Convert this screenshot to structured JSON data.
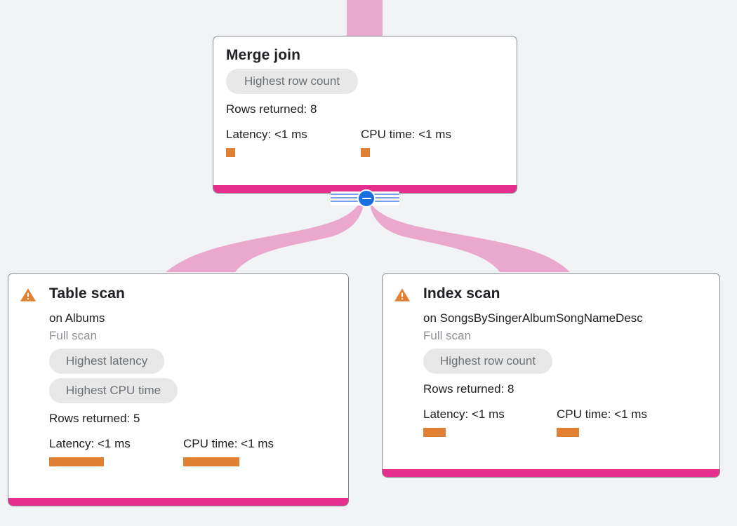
{
  "canvas": {
    "background_color": "#f1f3f4",
    "edge_color": "#eaa8cd",
    "node_accent_color": "#e52e8d",
    "metric_bar_color": "#e08033",
    "warning_icon_color": "#e08033",
    "collapse_button_color": "#1a6ee0"
  },
  "collapse_control": {
    "name": "collapse-toggle",
    "state": "expanded",
    "glyph": "minus"
  },
  "nodes": [
    {
      "id": "merge-join",
      "title": "Merge join",
      "subtitle": "",
      "scan_type": "",
      "warning": false,
      "chips": [
        "Highest row count"
      ],
      "rows_returned": "Rows returned: 8",
      "metrics": [
        {
          "label": "Latency: <1 ms",
          "name": "latency"
        },
        {
          "label": "CPU time: <1 ms",
          "name": "cpu-time"
        }
      ]
    },
    {
      "id": "table-scan",
      "title": "Table scan",
      "subtitle": "on Albums",
      "scan_type": "Full scan",
      "warning": true,
      "warning_icon": "warning-triangle-icon",
      "chips": [
        "Highest latency",
        "Highest CPU time"
      ],
      "rows_returned": "Rows returned: 5",
      "metrics": [
        {
          "label": "Latency: <1 ms",
          "name": "latency"
        },
        {
          "label": "CPU time: <1 ms",
          "name": "cpu-time"
        }
      ]
    },
    {
      "id": "index-scan",
      "title": "Index scan",
      "subtitle": "on SongsBySingerAlbumSongNameDesc",
      "scan_type": "Full scan",
      "warning": true,
      "warning_icon": "warning-triangle-icon",
      "chips": [
        "Highest row count"
      ],
      "rows_returned": "Rows returned: 8",
      "metrics": [
        {
          "label": "Latency: <1 ms",
          "name": "latency"
        },
        {
          "label": "CPU time: <1 ms",
          "name": "cpu-time"
        }
      ]
    }
  ]
}
